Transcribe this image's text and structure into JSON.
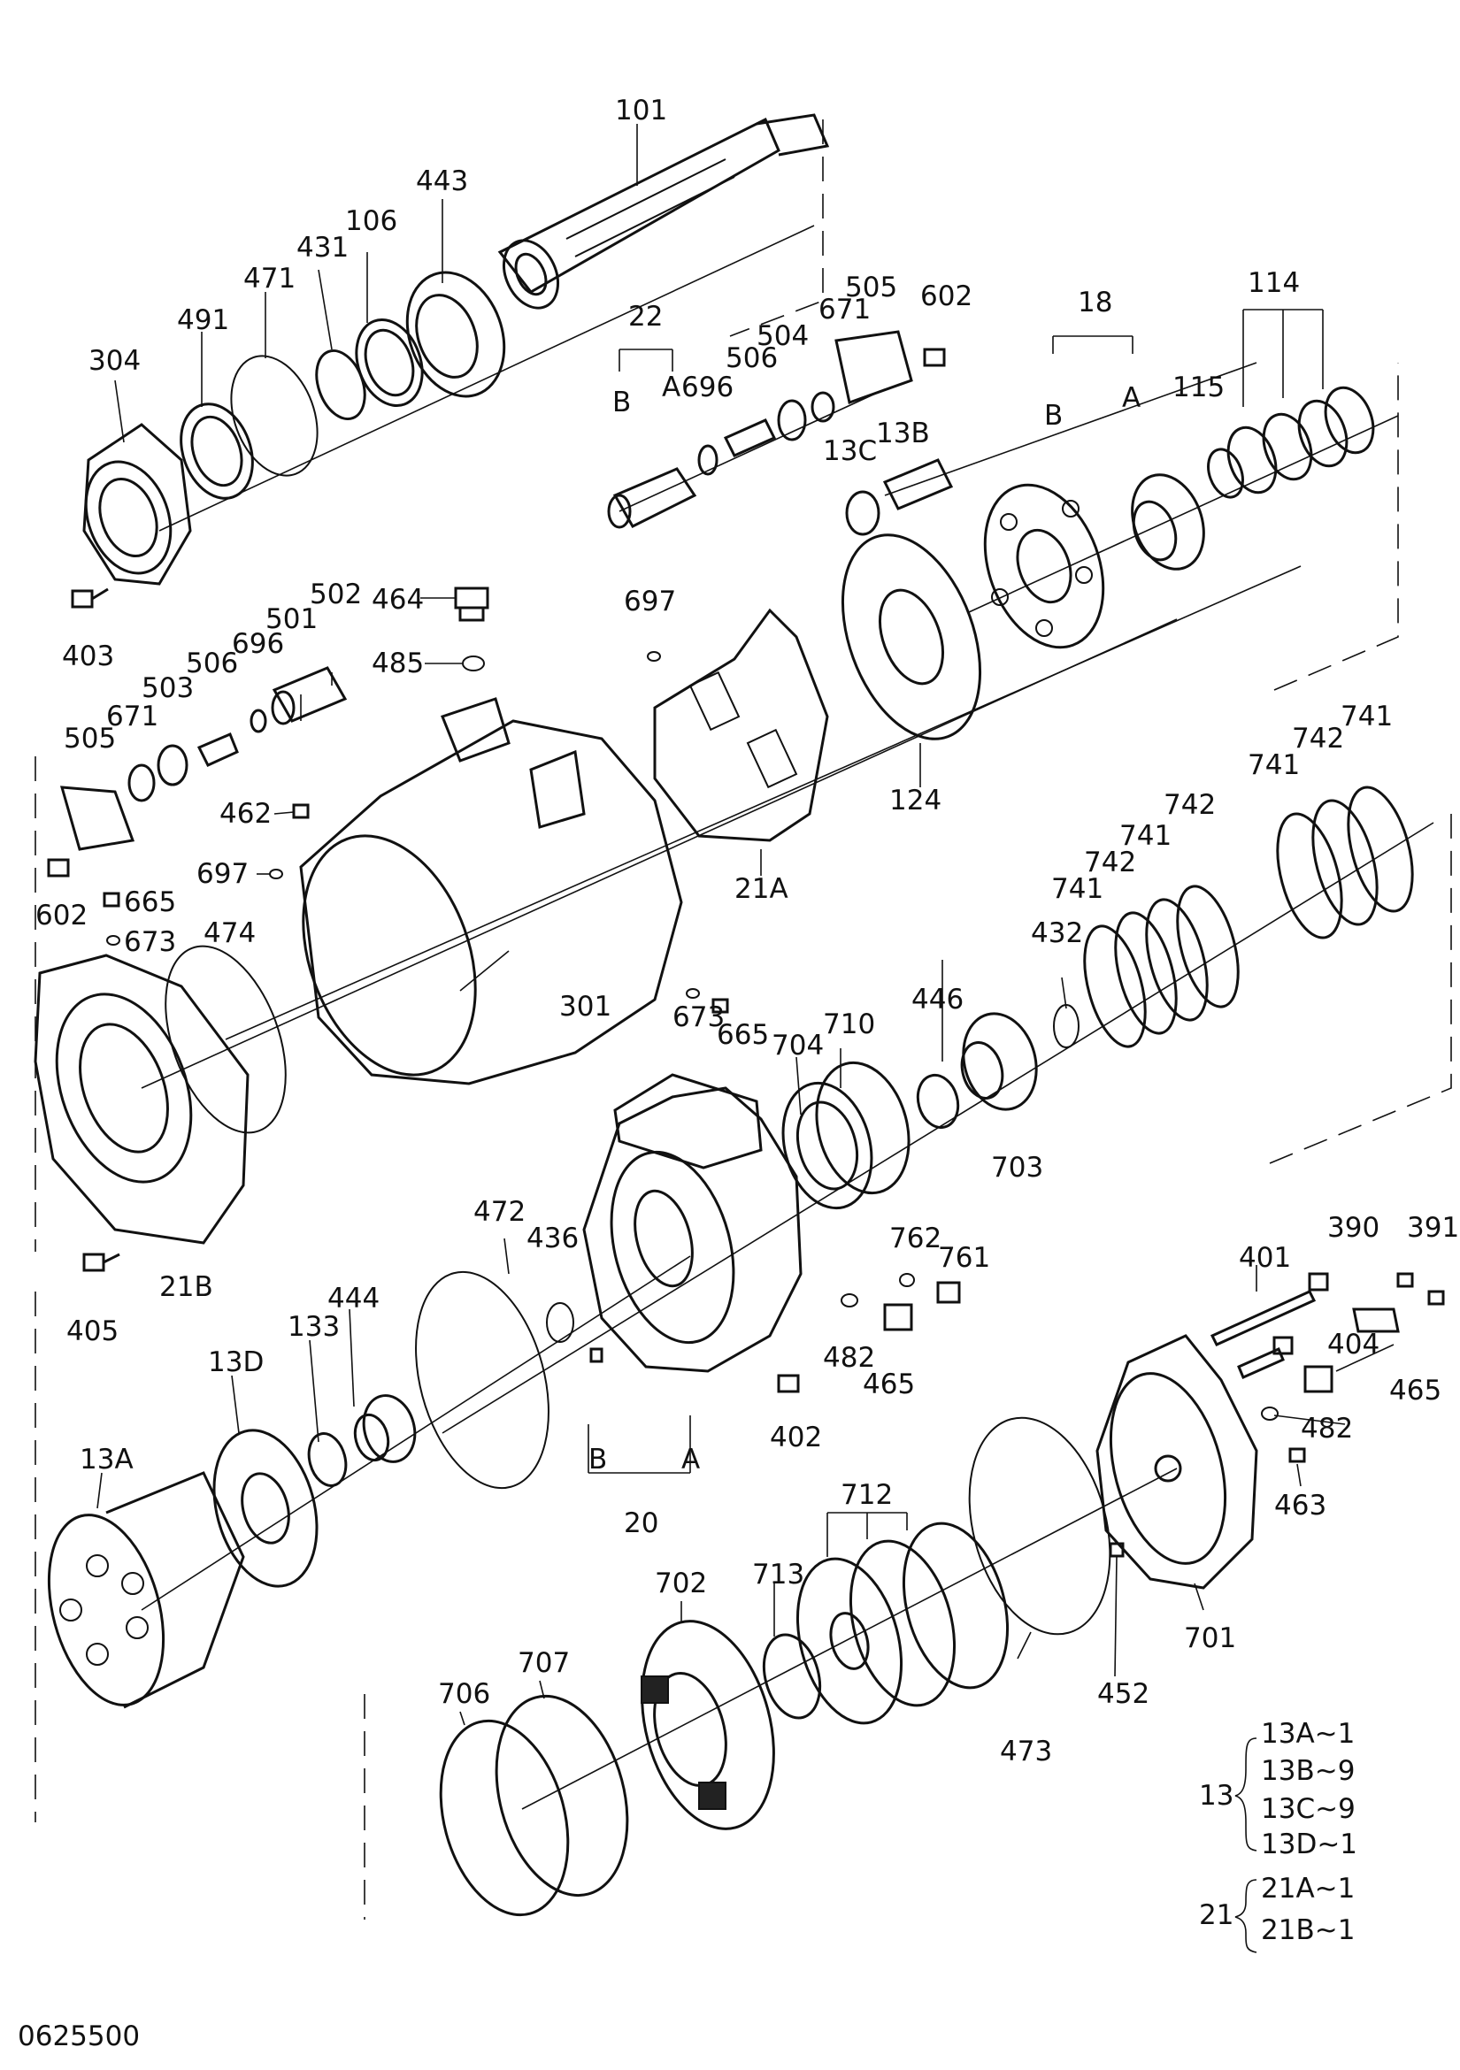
{
  "labels": {
    "l101": "101",
    "l443": "443",
    "l106": "106",
    "l431": "431",
    "l471": "471",
    "l491": "491",
    "l304": "304",
    "l403": "403",
    "l22": "22",
    "l22b": "B",
    "l22a": "A",
    "l696a": "696",
    "l506a": "506",
    "l504": "504",
    "l671a": "671",
    "l505a": "505",
    "l602a": "602",
    "l13c": "13C",
    "l13b": "13B",
    "l18": "18",
    "l18b": "B",
    "l18a": "A",
    "l115": "115",
    "l114": "114",
    "l464": "464",
    "l485": "485",
    "l502": "502",
    "l501": "501",
    "l696b": "696",
    "l506b": "506",
    "l503": "503",
    "l671b": "671",
    "l505b": "505",
    "l602b": "602",
    "l697a": "697",
    "l124": "124",
    "l21a": "21A",
    "l741a": "741",
    "l742a": "742",
    "l741b": "741",
    "l742b": "742",
    "l741c": "741",
    "l742c": "742",
    "l741d": "741",
    "l432": "432",
    "l462": "462",
    "l697b": "697",
    "l665a": "665",
    "l673a": "673",
    "l474": "474",
    "l301": "301",
    "l673b": "673",
    "l665b": "665",
    "l446": "446",
    "l710": "710",
    "l704": "704",
    "l703": "703",
    "l21b": "21B",
    "l405": "405",
    "l472": "472",
    "l436": "436",
    "l762": "762",
    "l761": "761",
    "l482a": "482",
    "l465a": "465",
    "l390": "390",
    "l391": "391",
    "l401": "401",
    "l404": "404",
    "l465b": "465",
    "l482b": "482",
    "l463": "463",
    "l444": "444",
    "l133": "133",
    "l13d": "13D",
    "l13a": "13A",
    "l402": "402",
    "l20b": "B",
    "l20a": "A",
    "l20": "20",
    "l713": "713",
    "l712": "712",
    "l702": "702",
    "l707": "707",
    "l706": "706",
    "l473": "473",
    "l452": "452",
    "l701": "701"
  },
  "legend": {
    "group13": {
      "label": "13",
      "items": [
        "13A~1",
        "13B~9",
        "13C~9",
        "13D~1"
      ]
    },
    "group21": {
      "label": "21",
      "items": [
        "21A~1",
        "21B~1"
      ]
    }
  },
  "drawing_number": "0625500"
}
